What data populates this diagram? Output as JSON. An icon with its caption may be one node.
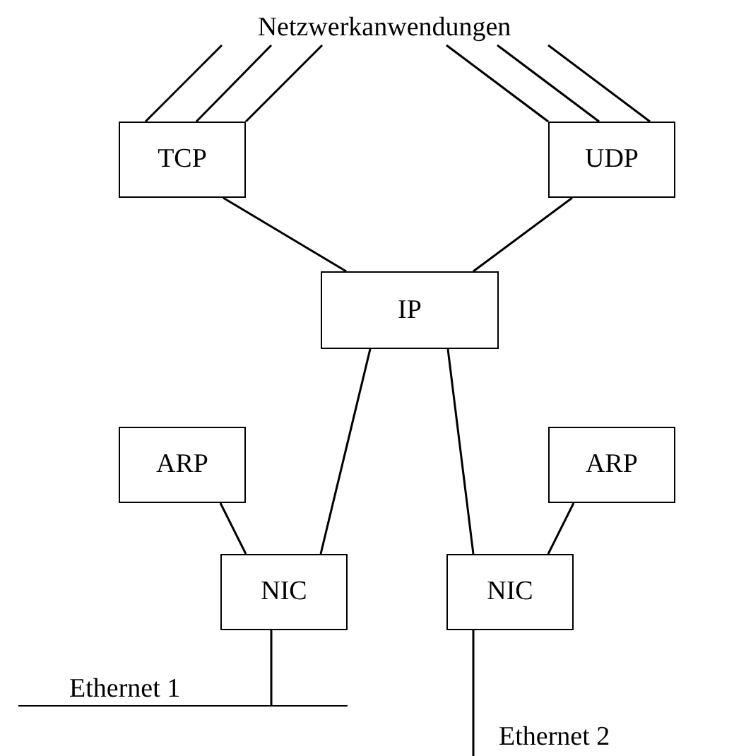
{
  "diagram": {
    "nodes": [
      {
        "text": [
          "Netzwerkanwendungen"
        ]
      },
      {
        "text": [
          "TCP"
        ]
      },
      {
        "text": [
          "UDP"
        ]
      },
      {
        "text": [
          "IP"
        ]
      },
      {
        "text": [
          "ARP"
        ]
      },
      {
        "text": [
          "NIC"
        ]
      },
      {
        "text": [
          "ARP"
        ]
      },
      {
        "text": [
          "NIC"
        ]
      },
      {
        "text": [
          "Ethernet 1"
        ]
      }
    ],
    "edges": [
      {
        "from": 0,
        "to": 1,
        "arrow": "none"
      },
      {
        "from": 0,
        "to": 1,
        "arrow": "none"
      },
      {
        "from": 0,
        "to": 1,
        "arrow": "none"
      },
      {
        "from": 0,
        "to": 2,
        "arrow": "none"
      },
      {
        "from": 0,
        "to": 2,
        "arrow": "none"
      },
      {
        "from": 0,
        "to": 2,
        "arrow": "none"
      },
      {
        "from": 1,
        "to": 3,
        "arrow": "none"
      },
      {
        "from": 2,
        "to": 3,
        "arrow": "none"
      },
      {
        "from": 3,
        "to": 5,
        "arrow": "none"
      },
      {
        "from": 3,
        "to": 7,
        "arrow": "none"
      },
      {
        "from": 4,
        "to": 5,
        "arrow": "none"
      },
      {
        "from": 6,
        "to": 7,
        "arrow": "none"
      },
      {
        "from": 5,
        "to": 8,
        "arrow": "none"
      },
      {
        "from": 7,
        "to": null,
        "arrow": "none"
      }
    ],
    "labels": [
      "Ethernet 2"
    ]
  }
}
